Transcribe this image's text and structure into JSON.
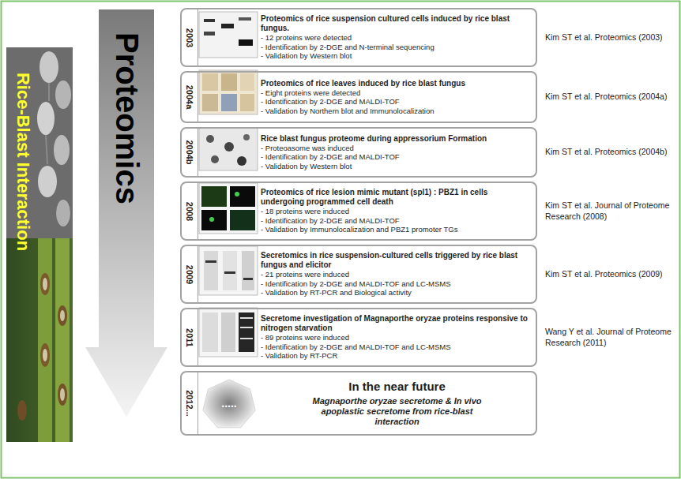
{
  "diagram": {
    "nodes": [
      {
        "text": [
          "2003",
          "Proteomics of rice suspension cultured cells induced by rice blast fungus.",
          "- 12 proteins were detected",
          "- Identification by 2-DGE and N-terminal sequencing",
          "- Validation by Western blot"
        ]
      },
      {
        "text": [
          "2004a",
          "Proteomics of rice leaves induced by rice blast fungus",
          "- Eight proteins were detected",
          "- Identification by 2-DGE and MALDI-TOF",
          "- Validation by Northern blot and Immunolocalization"
        ]
      },
      {
        "text": [
          "2004b",
          "Rice blast fungus proteome during appressorium Formation",
          "- Proteoasome was induced",
          "- Identification by 2-DGE and MALDI-TOF",
          "- Validation by Western blot"
        ]
      },
      {
        "text": [
          "2008",
          "Proteomics of rice lesion mimic mutant (spl1) : PBZ1 in cells undergoing programmed cell death",
          "- 18 proteins were induced",
          "- Identification by 2-DGE and MALDI-TOF",
          "- Validation by Immunolocalization and PBZ1 promoter TGs"
        ]
      },
      {
        "text": [
          "2009",
          "Secretomics in rice suspension-cultured cells triggered by rice blast fungus and elicitor",
          "- 21 proteins were induced",
          "- Identification by 2-DGE and MALDI-TOF and LC-MSMS",
          "- Validation by RT-PCR and Biological activity"
        ]
      },
      {
        "text": [
          "2011",
          "Secretome investigation of Magnaporthe oryzae proteins responsive to nitrogen starvation",
          "- 89 proteins were induced",
          "- Identification by 2-DGE and MALDI-TOF and LC-MSMS",
          "- Validation by RT-PCR"
        ]
      },
      {
        "text": [
          "2012...",
          "In the near future",
          "Magnaporthe oryzae secretome & In vivo apoplastic secretome from rice-blast interaction"
        ]
      },
      {
        "text": [
          "....."
        ],
        "in": 6
      }
    ],
    "labels": [
      "Rice-Blast Interaction",
      "Proteomics",
      "Kim ST et al. Proteomics (2003)",
      "Kim ST et al. Proteomics (2004a)",
      "Kim ST et al. Proteomics (2004b)",
      "Kim ST et al. Journal of Proteome Research (2008)",
      "Kim ST et al. Proteomics (2009)",
      "Wang Y et al. Journal of Proteome Research (2011)"
    ]
  }
}
